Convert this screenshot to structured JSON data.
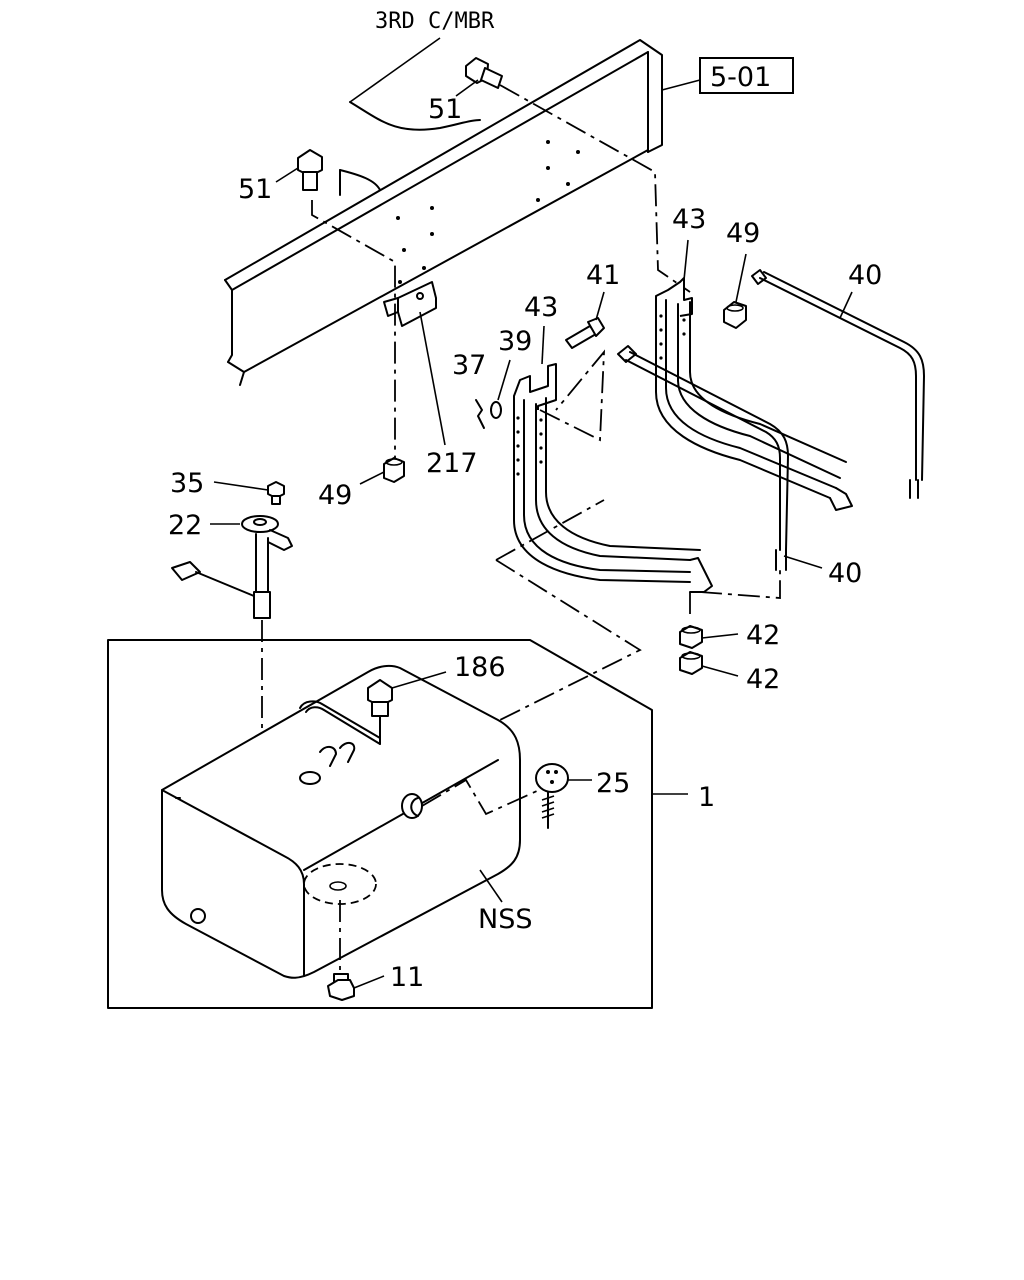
{
  "header_label": "3RD C/MBR",
  "ref_box_label": "5-01",
  "callouts": {
    "c51a": "51",
    "c51b": "51",
    "c43a": "43",
    "c49a": "49",
    "c40a": "40",
    "c41": "41",
    "c43b": "43",
    "c39": "39",
    "c37": "37",
    "c217": "217",
    "c49b": "49",
    "c35": "35",
    "c22": "22",
    "c40b": "40",
    "c42a": "42",
    "c42b": "42",
    "c186": "186",
    "c25": "25",
    "c1": "1",
    "nss": "NSS",
    "c11": "11"
  }
}
